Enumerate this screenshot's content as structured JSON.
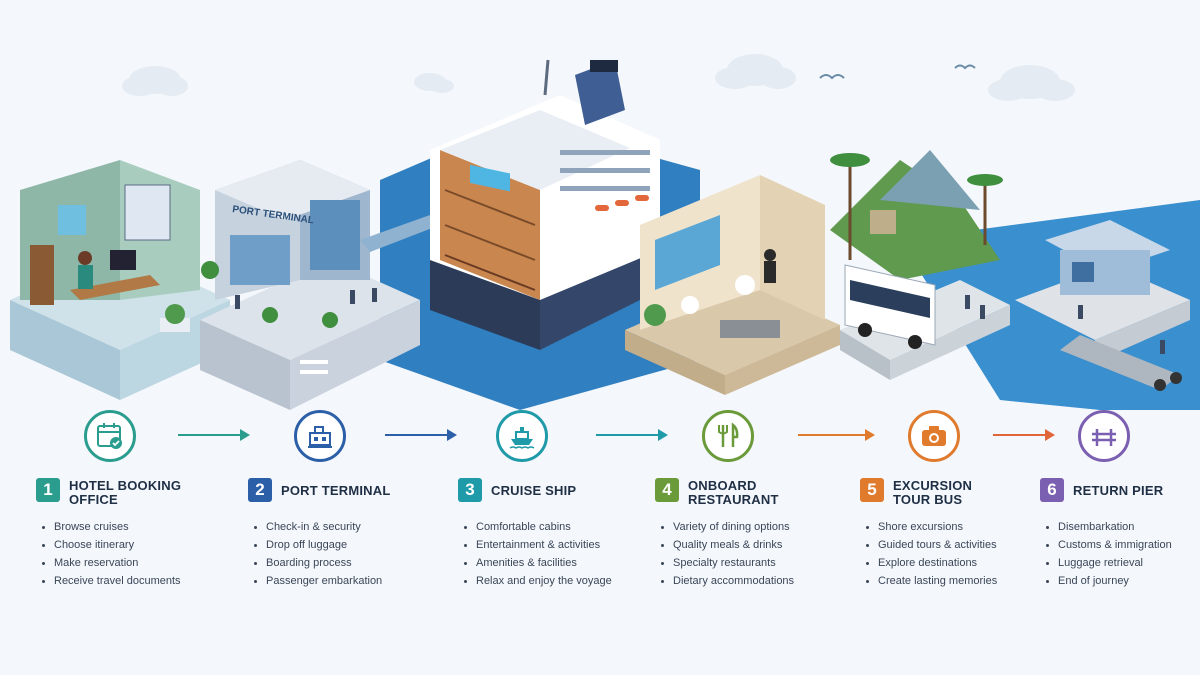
{
  "scene": {
    "terminal_sign": "PORT TERMINAL"
  },
  "steps": [
    {
      "number": "1",
      "title_line1": "HOTEL BOOKING",
      "title_line2": "OFFICE",
      "color": "#2a9d8f",
      "icon": "calendar-check-icon",
      "bullets": [
        "Browse cruises",
        "Choose itinerary",
        "Make reservation",
        "Receive travel documents"
      ]
    },
    {
      "number": "2",
      "title_line1": "PORT TERMINAL",
      "title_line2": "",
      "color": "#2b5fa8",
      "icon": "port-building-icon",
      "bullets": [
        "Check-in & security",
        "Drop off luggage",
        "Boarding process",
        "Passenger embarkation"
      ]
    },
    {
      "number": "3",
      "title_line1": "CRUISE SHIP",
      "title_line2": "",
      "color": "#1f9aa8",
      "icon": "cruise-ship-icon",
      "bullets": [
        "Comfortable cabins",
        "Entertainment & activities",
        "Amenities & facilities",
        "Relax and enjoy the voyage"
      ]
    },
    {
      "number": "4",
      "title_line1": "ONBOARD",
      "title_line2": "RESTAURANT",
      "color": "#6b9a3a",
      "icon": "fork-knife-icon",
      "bullets": [
        "Variety of dining options",
        "Quality meals & drinks",
        "Specialty restaurants",
        "Dietary accommodations"
      ]
    },
    {
      "number": "5",
      "title_line1": "EXCURSION",
      "title_line2": "TOUR BUS",
      "color": "#e07b2e",
      "icon": "camera-icon",
      "bullets": [
        "Shore excursions",
        "Guided tours & activities",
        "Explore destinations",
        "Create lasting memories"
      ]
    },
    {
      "number": "6",
      "title_line1": "RETURN PIER",
      "title_line2": "",
      "color": "#7b5fb0",
      "icon": "pier-icon",
      "bullets": [
        "Disembarkation",
        "Customs & immigration",
        "Luggage retrieval",
        "End of journey"
      ]
    }
  ],
  "arrows": [
    {
      "color": "#2a9d8f"
    },
    {
      "color": "#2b5fa8"
    },
    {
      "color": "#1f9aa8"
    },
    {
      "color": "#e07b2e"
    },
    {
      "color": "#e0663a"
    }
  ]
}
